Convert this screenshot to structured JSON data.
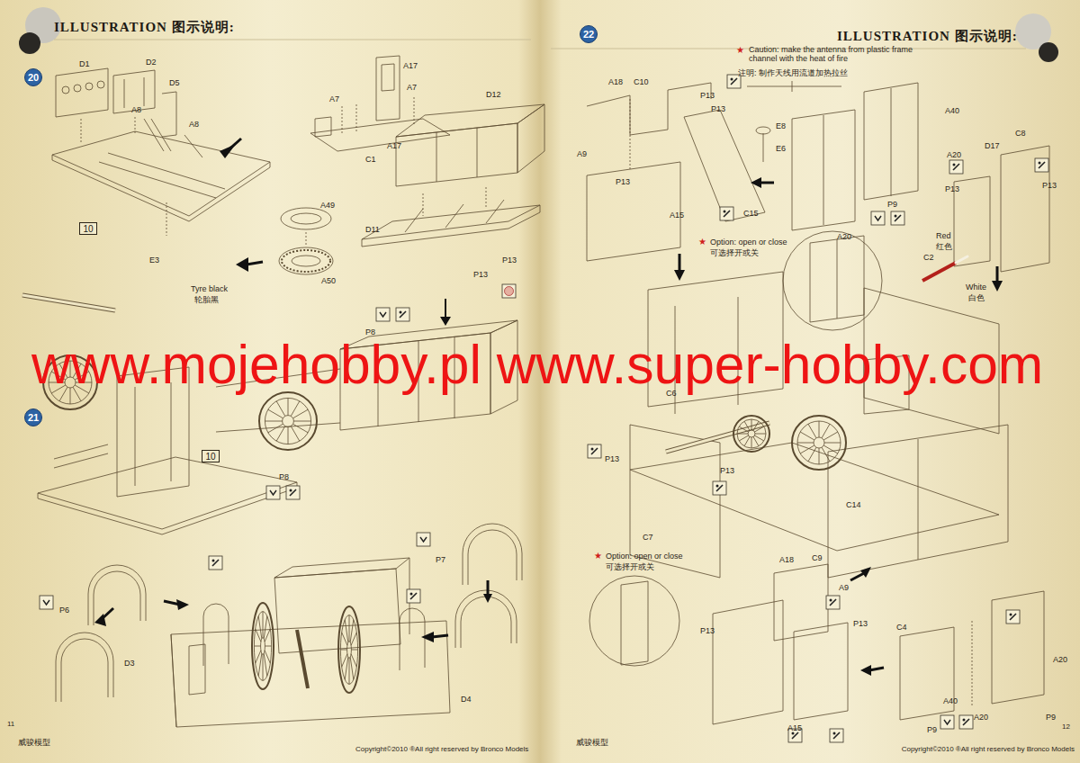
{
  "diagram": {
    "nodes": [
      {
        "text": [
          "20"
        ]
      },
      {
        "text": [
          "10"
        ]
      },
      {
        "text": [
          "21"
        ]
      },
      {
        "text": [
          "10"
        ]
      },
      {
        "text": [
          "22"
        ]
      }
    ],
    "labels": [
      "ILLUSTRATION 图示说明:",
      "ILLUSTRATION 图示说明:",
      "D1",
      "D2",
      "D5",
      "A8",
      "A8",
      "A17",
      "A7",
      "A7",
      "A17",
      "C1",
      "D12",
      "D11",
      "A49",
      "A50",
      "E3",
      "Tyre black",
      "轮胎黑",
      "P13",
      "P13",
      "P8",
      "P8",
      "P6",
      "D3",
      "D4",
      "P7",
      "11",
      "威骏模型",
      "Copyright©2010 ®All right reserved by Bronco Models",
      "★",
      "Caution: make the antenna from plastic frame channel with the heat of fire",
      "注明: 制作天线用流道加热拉丝",
      "A18",
      "C10",
      "A9",
      "P13",
      "P13",
      "E8",
      "E6",
      "P13",
      "A15",
      "C15",
      "A40",
      "A20",
      "D17",
      "C8",
      "P13",
      "P13",
      "A20",
      "P9",
      "★",
      "Option: open or close",
      "可选择开或关",
      "Red",
      "红色",
      "C2",
      "White",
      "白色",
      "C6",
      "P13",
      "P13",
      "C14",
      "C7",
      "★",
      "Option: open or close",
      "可选择开或关",
      "A18",
      "C9",
      "A9",
      "P13",
      "P13",
      "A15",
      "C4",
      "A20",
      "A40",
      "A20",
      "P9",
      "P9",
      "12",
      "威骏模型",
      "Copyright©2010 ®All right reserved by Bronco Models",
      "www.mojehobby.pl www.super-hobby.com"
    ]
  }
}
